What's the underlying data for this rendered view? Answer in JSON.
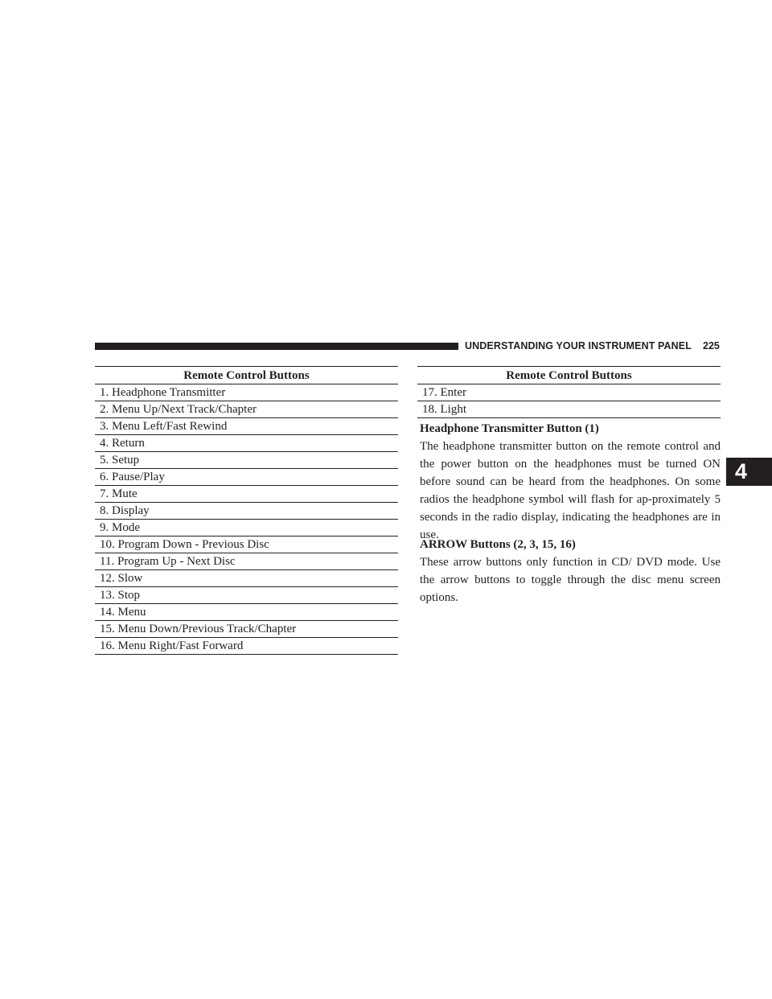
{
  "header": {
    "title": "UNDERSTANDING YOUR INSTRUMENT PANEL",
    "page_number": "225"
  },
  "chapter_tab": "4",
  "table_left": {
    "caption": "Remote Control Buttons",
    "rows": [
      "1. Headphone Transmitter",
      "2. Menu Up/Next Track/Chapter",
      "3. Menu Left/Fast Rewind",
      "4. Return",
      "5. Setup",
      "6. Pause/Play",
      "7. Mute",
      "8. Display",
      "9. Mode",
      "10. Program Down - Previous Disc",
      "11. Program Up - Next Disc",
      "12. Slow",
      "13. Stop",
      "14. Menu",
      "15. Menu Down/Previous Track/Chapter",
      "16. Menu Right/Fast Forward"
    ]
  },
  "table_right": {
    "caption": "Remote Control Buttons",
    "rows": [
      "17. Enter",
      "18. Light"
    ]
  },
  "sections": [
    {
      "heading": "Headphone Transmitter Button (1)",
      "body": "The headphone transmitter button on the remote control and the power button on the headphones must be turned ON before sound can be heard from the headphones. On some radios the headphone symbol will flash for ap-proximately 5 seconds in the radio display, indicating the headphones are in use."
    },
    {
      "heading": "ARROW Buttons (2, 3, 15, 16)",
      "body": "These arrow buttons only function in CD/ DVD mode. Use the arrow buttons to toggle through the disc menu screen options."
    }
  ]
}
